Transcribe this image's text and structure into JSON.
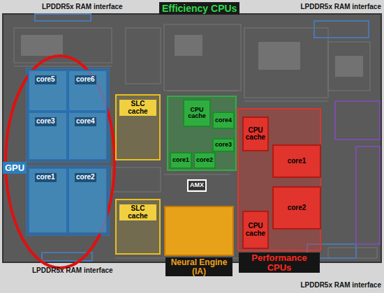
{
  "diagram": {
    "nodes": [
      {
        "text": [
          "core5"
        ]
      },
      {
        "text": [
          "core6"
        ]
      },
      {
        "text": [
          "core3"
        ]
      },
      {
        "text": [
          "core4"
        ]
      },
      {
        "text": [
          "core1"
        ]
      },
      {
        "text": [
          "core2"
        ]
      },
      {
        "text": [
          "SLC cache"
        ]
      },
      {
        "text": [
          "SLC cache"
        ]
      },
      {
        "text": [
          "CPU cache"
        ]
      },
      {
        "text": [
          "core4"
        ]
      },
      {
        "text": [
          "core3"
        ]
      },
      {
        "text": [
          "core1"
        ]
      },
      {
        "text": [
          "core2"
        ]
      },
      {
        "text": [
          "AMX"
        ]
      },
      {
        "text": [
          "Neural Engine (IA)"
        ]
      },
      {
        "text": [
          "Performance CPUs"
        ]
      },
      {
        "text": [
          "CPU cache"
        ],
        "in": 15
      },
      {
        "text": [
          "core1"
        ],
        "in": 15
      },
      {
        "text": [
          "core2"
        ],
        "in": 15
      },
      {
        "text": [
          "CPU cache"
        ],
        "in": 15
      }
    ],
    "labels": [
      "Efficiency CPUs",
      "LPDDR5x RAM interface",
      "LPDDR5x RAM interface",
      "LPDDR5x RAM interface",
      "LPDDR5x RAM interface",
      "GPU"
    ]
  }
}
